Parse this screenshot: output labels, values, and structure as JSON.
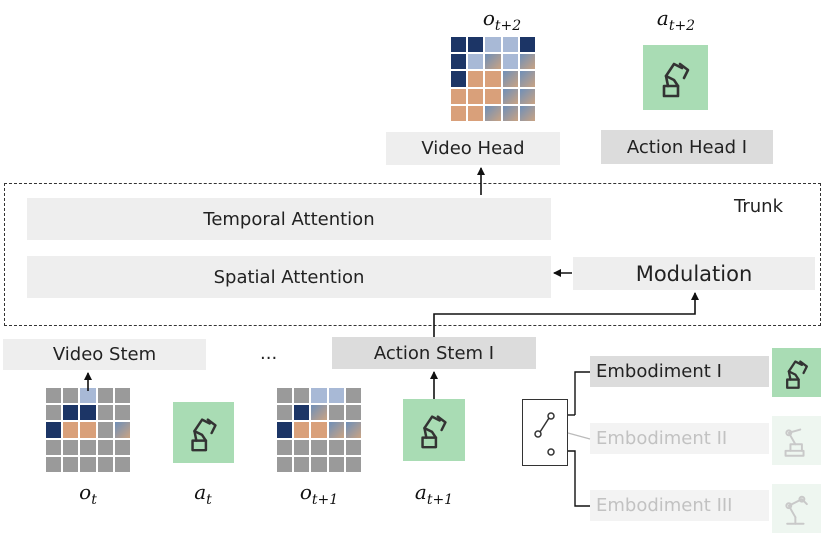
{
  "trunk": {
    "label": "Trunk",
    "temporal_attention": "Temporal Attention",
    "spatial_attention": "Spatial Attention",
    "modulation": "Modulation"
  },
  "heads": {
    "video_head": "Video Head",
    "action_head": "Action Head I"
  },
  "stems": {
    "video_stem": "Video Stem",
    "action_stem": "Action Stem I",
    "ellipsis": "..."
  },
  "labels": {
    "o_t2": "o",
    "o_t2_sub": "t+2",
    "a_t2": "a",
    "a_t2_sub": "t+2",
    "o_t": "o",
    "o_t_sub": "t",
    "a_t": "a",
    "a_t_sub": "t",
    "o_t1": "o",
    "o_t1_sub": "t+1",
    "a_t1": "a",
    "a_t1_sub": "t+1"
  },
  "embodiments": [
    {
      "label": "Embodiment I",
      "active": true
    },
    {
      "label": "Embodiment II",
      "active": false
    },
    {
      "label": "Embodiment III",
      "active": false
    }
  ],
  "colors": {
    "green": "#a9dcb4",
    "box_light": "#eeeeee",
    "box_dark": "#dcdcdc",
    "faded_text": "#c2c2c2"
  },
  "icons": {
    "robot_arm": "robot-arm-icon",
    "switch": "switch-icon"
  }
}
